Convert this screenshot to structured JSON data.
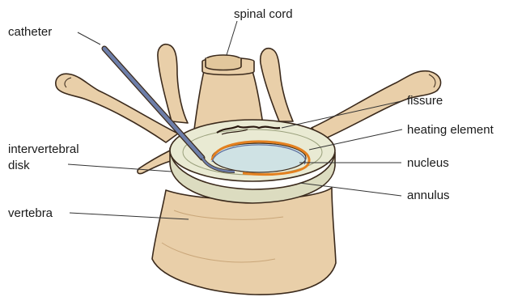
{
  "labels": {
    "spinal_cord": "spinal cord",
    "catheter": "catheter",
    "intervertebral_line1": "intervertebral",
    "intervertebral_line2": "disk",
    "vertebra": "vertebra",
    "fissure": "fissure",
    "heating_element": "heating element",
    "nucleus": "nucleus",
    "annulus": "annulus"
  },
  "colors": {
    "bone": "#e9cfa9",
    "bone_shade": "#d9b98e",
    "disk": "#e9ead3",
    "disk_side": "#dcdcc0",
    "nucleus": "#cfe2e4",
    "heating_element": "#e3801f",
    "catheter": "#5c6e9e",
    "outline": "#3b2a1c"
  }
}
